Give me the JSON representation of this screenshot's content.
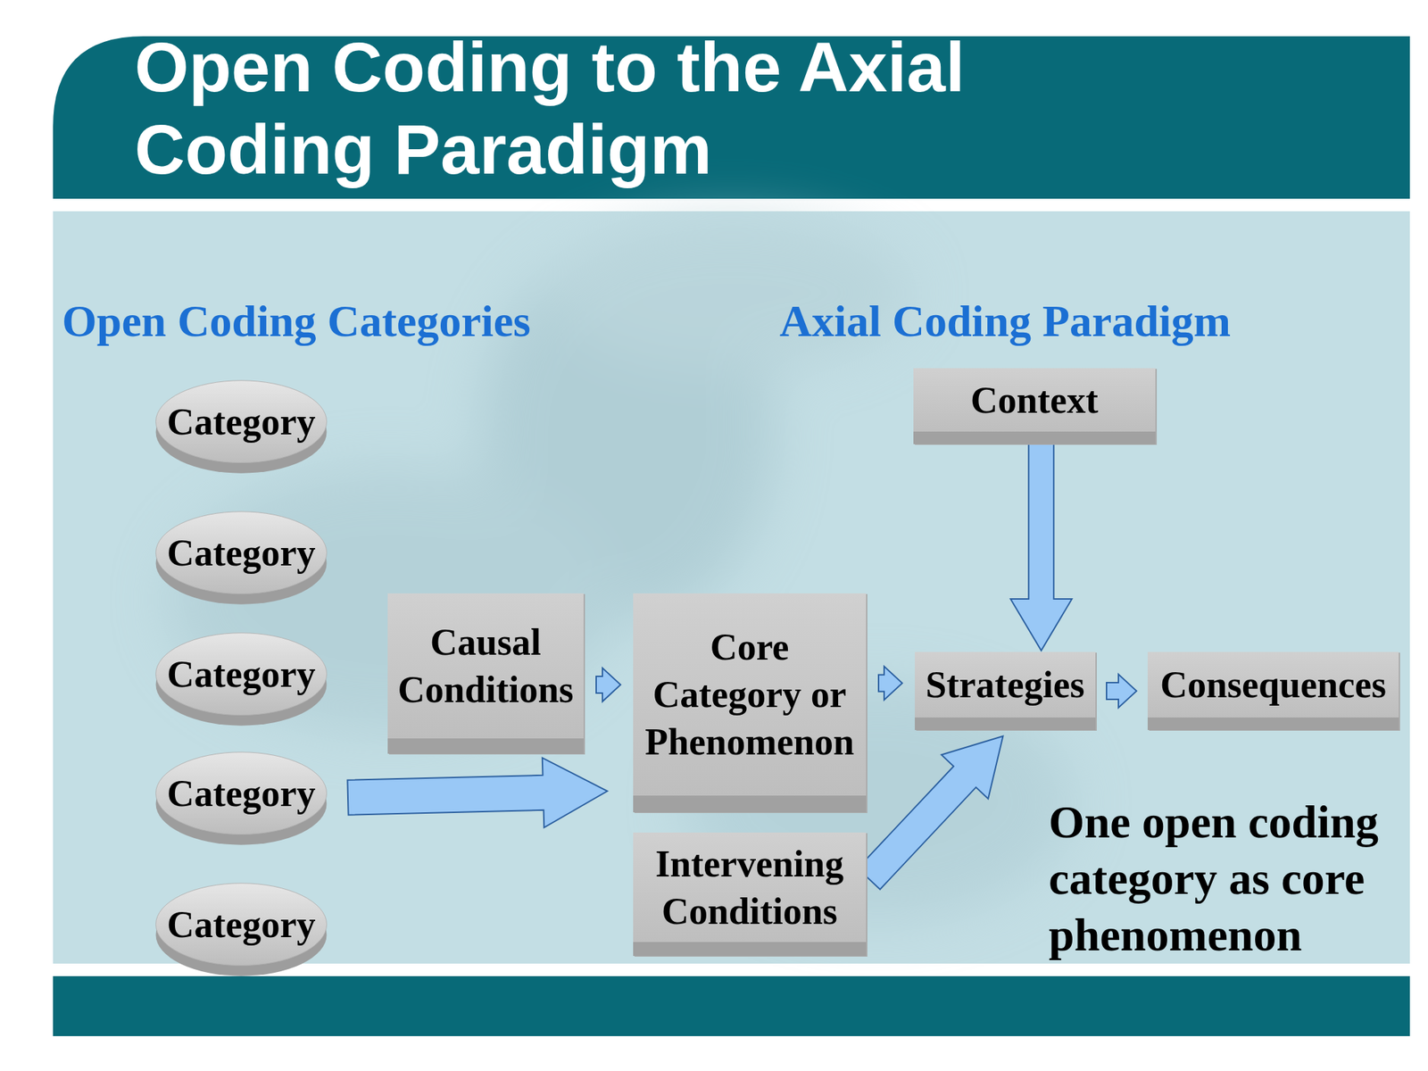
{
  "diagram": {
    "title": "Open Coding to the Axial Coding Paradigm",
    "nodes": [
      {
        "text": [
          "Category"
        ]
      },
      {
        "text": [
          "Category"
        ]
      },
      {
        "text": [
          "Category"
        ]
      },
      {
        "text": [
          "Category"
        ]
      },
      {
        "text": [
          "Category"
        ]
      },
      {
        "text": [
          "Context"
        ]
      },
      {
        "text": [
          "Causal Conditions"
        ]
      },
      {
        "text": [
          "Core Category or Phenomenon"
        ]
      },
      {
        "text": [
          "Strategies"
        ]
      },
      {
        "text": [
          "Consequences"
        ]
      },
      {
        "text": [
          "Intervening Conditions"
        ]
      }
    ],
    "edges": [
      {
        "from": 6,
        "to": 7,
        "arrow": "to"
      },
      {
        "from": 3,
        "to": 7,
        "arrow": "to"
      },
      {
        "from": 7,
        "to": 8,
        "arrow": "to"
      },
      {
        "from": 5,
        "to": 8,
        "arrow": "to"
      },
      {
        "from": 10,
        "to": 8,
        "arrow": "to"
      },
      {
        "from": 8,
        "to": 9,
        "arrow": "to"
      }
    ],
    "labels": [
      "Open Coding Categories",
      "Axial Coding Paradigm",
      "One open coding category as core phenomenon"
    ]
  }
}
